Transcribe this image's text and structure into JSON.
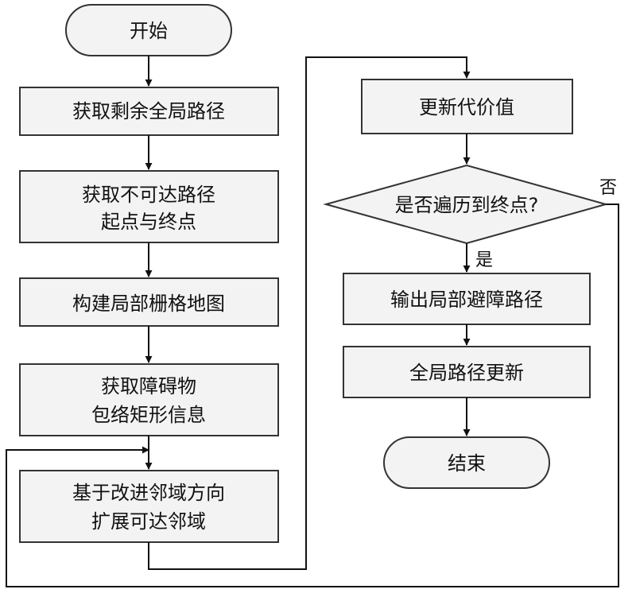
{
  "nodes": {
    "start": "开始",
    "get_global_path": "获取剩余全局路径",
    "get_segment_line1": "获取不可达路径",
    "get_segment_line2": "起点与终点",
    "build_grid": "构建局部栅格地图",
    "get_obstacle_line1": "获取障碍物",
    "get_obstacle_line2": "包络矩形信息",
    "expand_line1": "基于改进邻域方向",
    "expand_line2": "扩展可达邻域",
    "update_cost": "更新代价值",
    "decision": "是否遍历到终点?",
    "output_path": "输出局部避障路径",
    "update_global": "全局路径更新",
    "end": "结束"
  },
  "edge_labels": {
    "yes": "是",
    "no": "否"
  },
  "colors": {
    "box_fill": "#f3f3f3",
    "stroke": "#333333",
    "text": "#111111",
    "background": "#ffffff"
  }
}
